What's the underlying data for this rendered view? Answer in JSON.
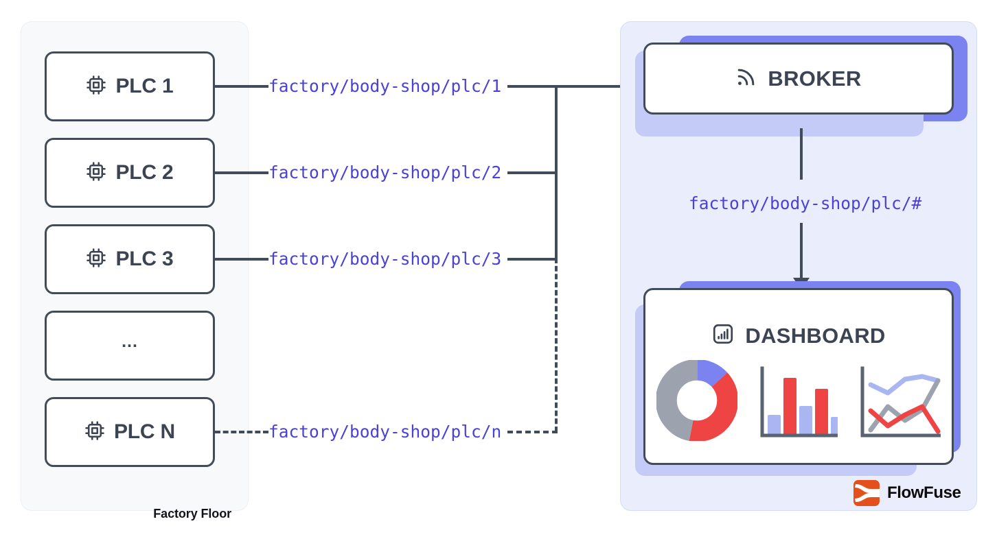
{
  "diagram": {
    "title": "MQTT PLC to Broker to Dashboard flow",
    "colors": {
      "stroke": "#414b5a",
      "topic_text": "#4a41d8",
      "left_panel_bg": "#f8f9fb",
      "right_panel_bg": "#eaeefc",
      "shadow_dark": "#7b83f0",
      "shadow_light": "#c3cbf6",
      "chart_red": "#ef4444",
      "chart_blue": "#a9b6f2",
      "chart_periwinkle": "#7b83f0",
      "chart_gray": "#9ca3af",
      "brand_orange": "#e3501b"
    }
  },
  "factory": {
    "caption": "Factory Floor",
    "nodes": [
      {
        "label": "PLC 1",
        "icon": "cpu-chip-icon",
        "has_icon": true
      },
      {
        "label": "PLC 2",
        "icon": "cpu-chip-icon",
        "has_icon": true
      },
      {
        "label": "PLC 3",
        "icon": "cpu-chip-icon",
        "has_icon": true
      },
      {
        "label": "...",
        "icon": "",
        "has_icon": false
      },
      {
        "label": "PLC N",
        "icon": "cpu-chip-icon",
        "has_icon": true
      }
    ]
  },
  "topics": {
    "plc1": "factory/body-shop/plc/1",
    "plc2": "factory/body-shop/plc/2",
    "plc3": "factory/body-shop/plc/3",
    "plcn": "factory/body-shop/plc/n",
    "subscribe": "factory/body-shop/plc/#"
  },
  "broker": {
    "label": "BROKER",
    "icon": "rss-signal-icon"
  },
  "dashboard": {
    "label": "DASHBOARD",
    "icon": "bar-chart-box-icon"
  },
  "chart_data": [
    {
      "type": "pie",
      "title": "",
      "labels": [
        "segment-blue",
        "segment-red",
        "segment-gray"
      ],
      "values": [
        13,
        40,
        47
      ],
      "colors": [
        "#7b83f0",
        "#ef4444",
        "#9ca3af"
      ],
      "donut": true,
      "legend": "none"
    },
    {
      "type": "bar",
      "title": "",
      "categories": [
        "1",
        "2",
        "3",
        "4",
        "5"
      ],
      "values": [
        33,
        88,
        48,
        70,
        30
      ],
      "colors": [
        "#a9b6f2",
        "#ef4444",
        "#a9b6f2",
        "#ef4444",
        "#a9b6f2"
      ],
      "xlabel": "",
      "ylabel": "",
      "ylim": [
        0,
        100
      ],
      "grid": false,
      "legend": "none"
    },
    {
      "type": "line",
      "title": "",
      "x": [
        0,
        1,
        2,
        3,
        4
      ],
      "series": [
        {
          "name": "line-blue",
          "values": [
            78,
            70,
            85,
            88,
            84
          ],
          "color": "#a9b6f2"
        },
        {
          "name": "line-gray",
          "values": [
            12,
            48,
            22,
            40,
            84
          ],
          "color": "#9ca3af"
        },
        {
          "name": "line-red",
          "values": [
            40,
            18,
            34,
            44,
            10
          ],
          "color": "#ef4444"
        }
      ],
      "xlabel": "",
      "ylabel": "",
      "ylim": [
        0,
        100
      ],
      "grid": false,
      "legend": "none"
    }
  ],
  "brand": {
    "name": "FlowFuse",
    "mark": "flowfuse-logo-mark"
  }
}
